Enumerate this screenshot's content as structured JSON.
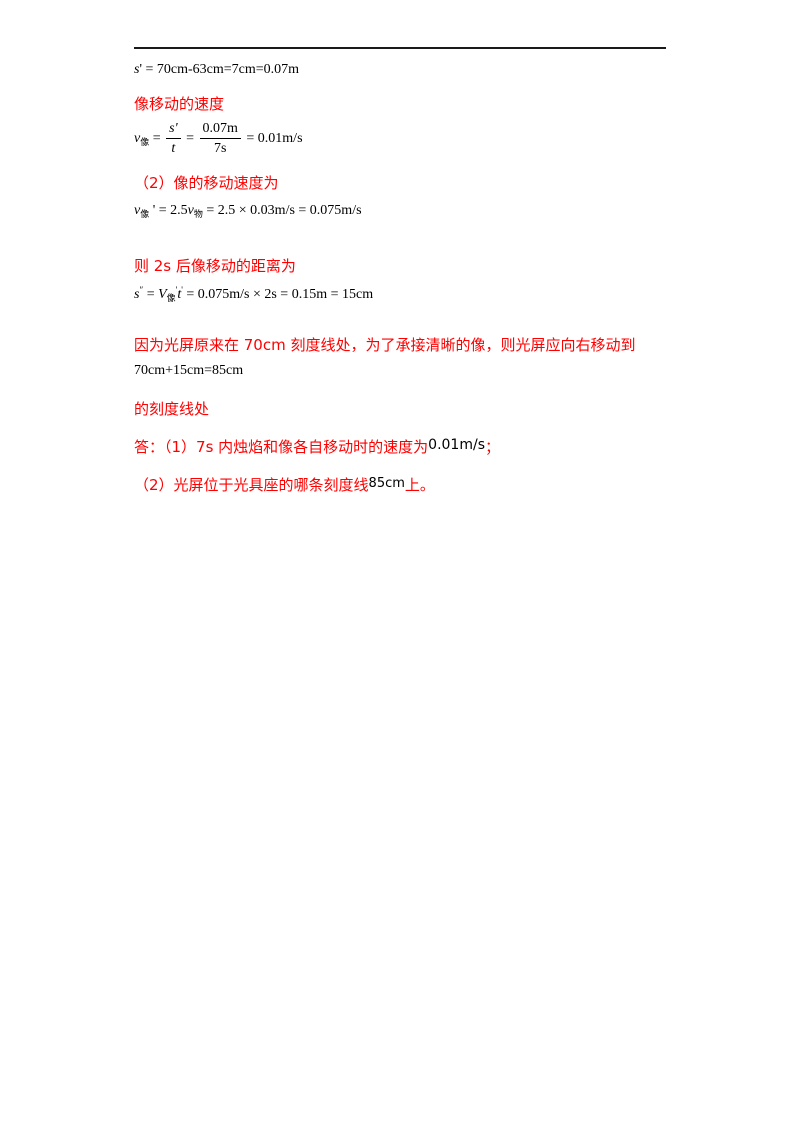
{
  "line1": {
    "lhs": "s",
    "prime": "'",
    "rest": " = 70cm-63cm=7cm=0.07m"
  },
  "h_image_speed": "像移动的速度",
  "eq_speed": {
    "v": "v",
    "sub": "像",
    "eq1": " = ",
    "num": "s'",
    "den": "t",
    "eq2": " = ",
    "num2": "0.07m",
    "den2": "7s",
    "eq3": " = 0.01m/s"
  },
  "h_part2": "（2）像的移动速度为",
  "eq_speed2": {
    "v": "v",
    "sub": "像",
    "mid": " ' = 2.5",
    "v2": "v",
    "sub2": "物",
    "rest": " = 2.5 × 0.03m/s = 0.075m/s"
  },
  "h_distance": "则 2s 后像移动的距离为",
  "eq_distance": {
    "s": "s",
    "sup": "″",
    "eq": " = ",
    "V": "V",
    "sub": "像",
    "sup2": "'",
    "t": "t",
    "sup3": "'",
    "rest": " = 0.075m/s × 2s = 0.15m = 15cm"
  },
  "explain": "因为光屏原来在 70cm 刻度线处，为了承接清晰的像，则光屏应向右移动到",
  "sum": "70cm+15cm=85cm",
  "explain_end": "的刻度线处",
  "answer1": {
    "prefix": "答：（1）7s 内烛焰和像各自移动时的速度为",
    "value": "0.01m/s",
    "suffix": "；"
  },
  "answer2": {
    "prefix": "（2）光屏位于光具座的哪条刻度线",
    "value": "85cm",
    "suffix": "上。"
  }
}
